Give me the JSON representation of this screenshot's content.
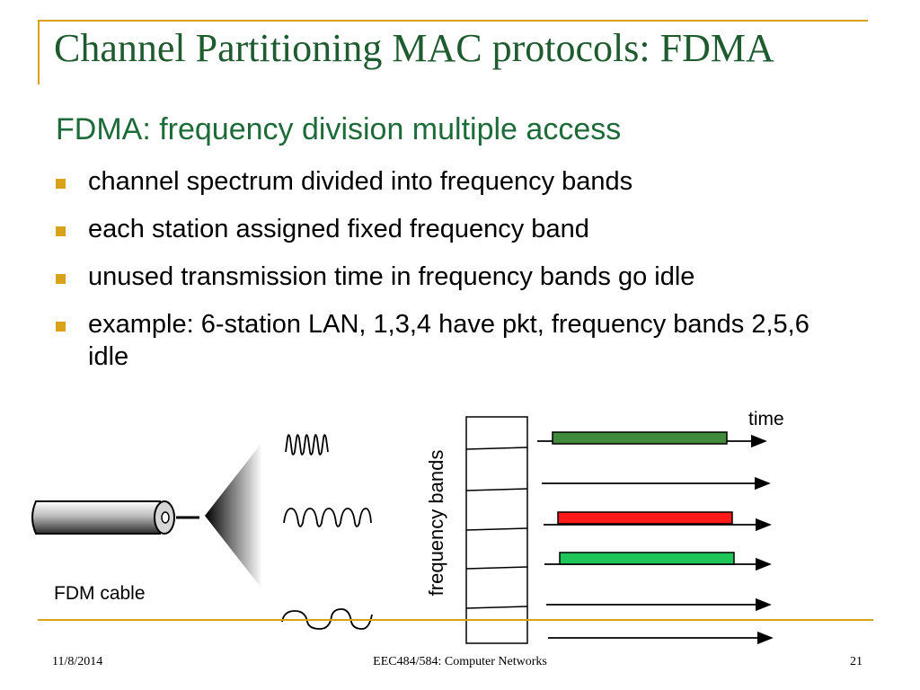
{
  "slide": {
    "title": "Channel Partitioning MAC protocols: FDMA",
    "subtitle": "FDMA: frequency division multiple access",
    "bullets": [
      "channel spectrum divided into frequency bands",
      "each station assigned fixed frequency band",
      "unused transmission time in frequency bands go idle",
      "example: 6-station LAN, 1,3,4 have pkt, frequency bands 2,5,6 idle"
    ]
  },
  "diagram": {
    "time_label": "time",
    "axis_label": "frequency bands",
    "cable_label": "FDM cable",
    "band_count": 6,
    "active_bands": [
      {
        "band": 1,
        "color": "#3f8a3b"
      },
      {
        "band": 3,
        "color": "#ff1a1a"
      },
      {
        "band": 4,
        "color": "#1ec65a"
      }
    ]
  },
  "footer": {
    "date": "11/8/2014",
    "course": "EEC484/584: Computer Networks",
    "page": "21"
  },
  "theme": {
    "accent": "#d9a21b",
    "title_color": "#1e5b2f"
  }
}
